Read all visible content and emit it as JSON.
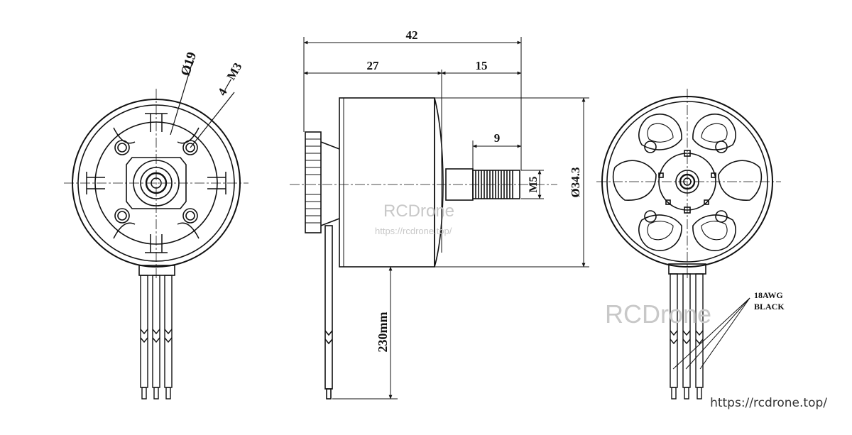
{
  "dimensions": {
    "overall_length": "42",
    "body_length": "27",
    "shaft_length": "15",
    "shaft_thread_length": "9",
    "shaft_thread": "M5",
    "body_diameter": "Ø34.3",
    "mount_circle": "Ø19",
    "mount_holes": "4—M3",
    "lead_length": "230mm"
  },
  "wire_label": {
    "gauge": "18AWG",
    "color": "BLACK"
  },
  "watermarks": {
    "brand": "RCDrone",
    "url_small": "https://rcdrone.top/",
    "url_footer": "https://rcdrone.top/"
  }
}
